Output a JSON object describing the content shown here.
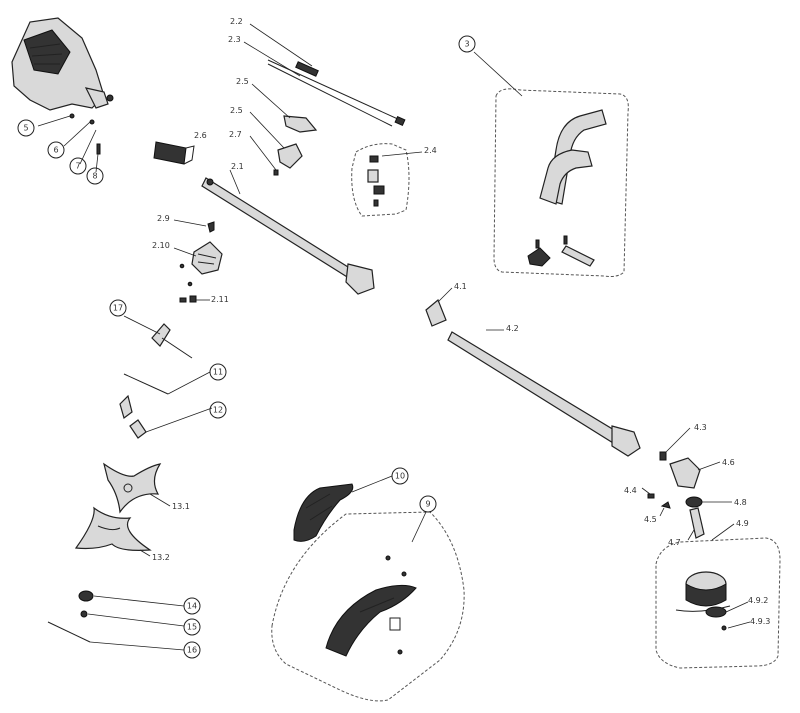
{
  "labels": {
    "l2_2": "2.2",
    "l2_3": "2.3",
    "l2_5a": "2.5",
    "l2_5b": "2.5",
    "l2_6": "2.6",
    "l2_7": "2.7",
    "l2_1": "2.1",
    "l2_4": "2.4",
    "l2_9": "2.9",
    "l2_10": "2.10",
    "l2_11": "2.11",
    "l4_1": "4.1",
    "l4_2": "4.2",
    "l4_3": "4.3",
    "l4_6": "4.6",
    "l4_4": "4.4",
    "l4_5": "4.5",
    "l4_8": "4.8",
    "l4_7": "4.7",
    "l4_9": "4.9",
    "l4_9_2": "4.9.2",
    "l4_9_3": "4.9.3",
    "l13_1": "13.1",
    "l13_2": "13.2"
  },
  "circles": {
    "c3": "3",
    "c5": "5",
    "c6": "6",
    "c7": "7",
    "c8": "8",
    "c17": "17",
    "c11": "11",
    "c12": "12",
    "c10": "10",
    "c9": "9",
    "c14": "14",
    "c15": "15",
    "c16": "16"
  }
}
